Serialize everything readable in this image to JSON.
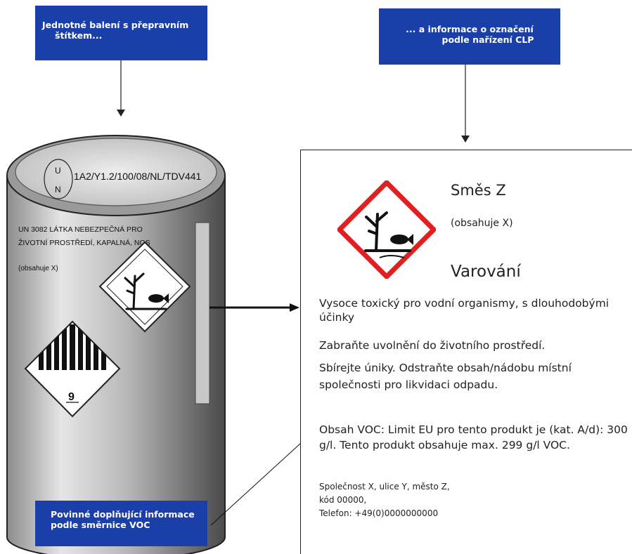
{
  "callouts": {
    "top_left": {
      "line1": "Jednotné balení s přepravním",
      "line2": "štítkem..."
    },
    "top_right": {
      "line1": "... a informace o označení",
      "line2": "podle nařízení CLP"
    },
    "bottom_left": {
      "line1": "Povinné doplňující informace",
      "line2": "podle směrnice VOC"
    }
  },
  "drum": {
    "un_letter_u": "U",
    "un_letter_n": "N",
    "un_code": "1A2/Y1.2/100/08/NL/TDV441",
    "shipping_name_line1": "UN 3082 LÁTKA NEBEZPEČNÁ PRO",
    "shipping_name_line2": "ŽIVOTNÍ PROSTŘEDÍ, KAPALNÁ, NOS",
    "contains": "(obsahuje X)",
    "class_number": "9"
  },
  "clp_label": {
    "product_name": "Směs Z",
    "contains": "(obsahuje X)",
    "signal_word": "Varování",
    "hazard_statement": "Vysoce toxický pro vodní organismy, s dlouhodobými účinky",
    "precaution_1": "Zabraňte uvolnění do životního prostředí.",
    "precaution_2": "Sbírejte úniky. Odstraňte obsah/nádobu místní společnosti pro likvidaci odpadu.",
    "voc_info": "Obsah VOC: Limit EU pro tento produkt je (kat. A/d): 300 g/l. Tento produkt obsahuje max. 299 g/l VOC.",
    "contact_line1": "Společnost X, ulice Y, město Z,",
    "contact_line2": "kód 00000,",
    "contact_line3": "Telefon: +49(0)0000000000"
  },
  "colors": {
    "callout_blue": "#1a3fa8",
    "ghs_red": "#e02020"
  }
}
